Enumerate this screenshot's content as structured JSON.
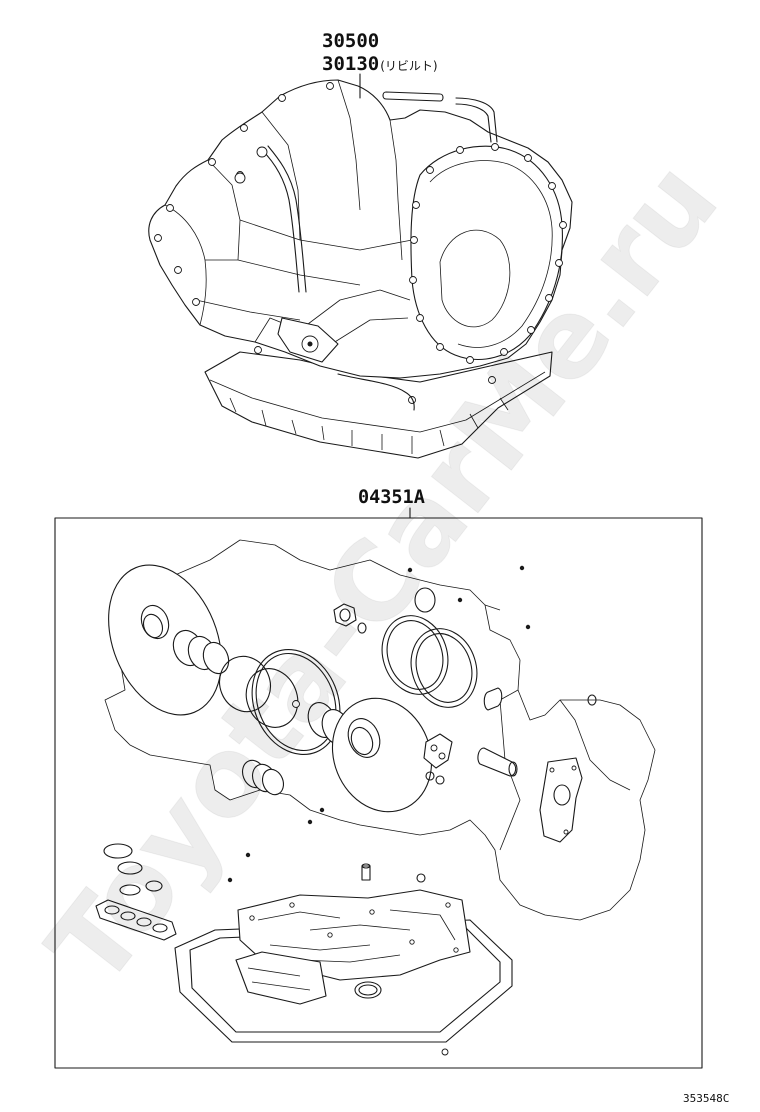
{
  "labels": {
    "assembly_part_no": "30500",
    "rebuilt_part_no": "30130",
    "rebuilt_note": "(リビルト)",
    "gasket_kit_part_no": "04351A",
    "illustration_code": "353548C"
  },
  "watermark": "Toyota-CarMe.ru",
  "colors": {
    "line": "#1a1a1a",
    "background": "#ffffff"
  }
}
